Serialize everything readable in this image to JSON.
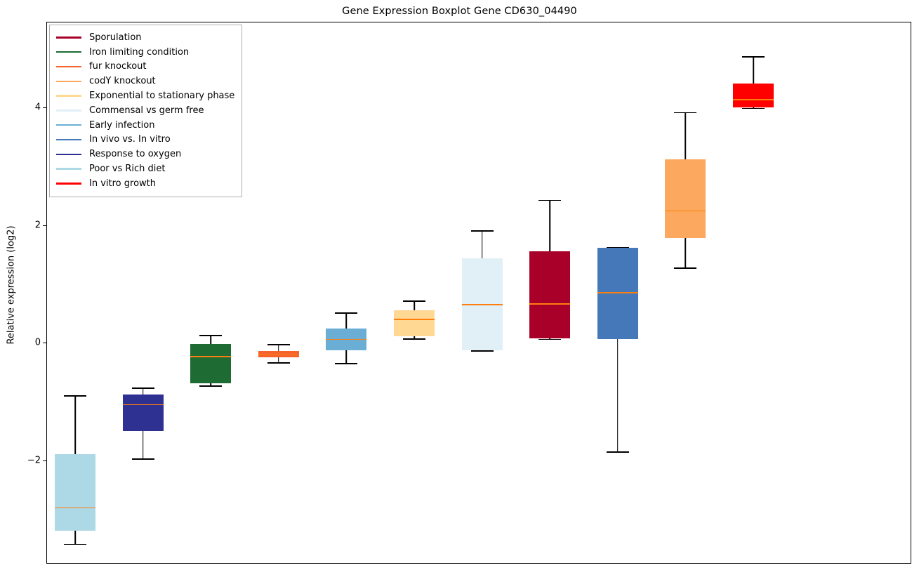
{
  "chart_data": {
    "type": "boxplot",
    "title": "Gene Expression Boxplot Gene CD630_04490",
    "xlabel": "",
    "ylabel": "Relative expression (log2)",
    "ylim": [
      -3.75,
      5.45
    ],
    "yticks": [
      4,
      2,
      0,
      -2
    ],
    "ytick_labels": [
      "4",
      "2",
      "0",
      "−2"
    ],
    "grid": false,
    "legend_position": "upper left",
    "categories": [
      "Poor vs Rich diet",
      "Response to oxygen",
      "Iron limiting condition",
      "fur knockout",
      "Early infection",
      "Exponential to stationary phase",
      "Commensal vs germ free",
      "Sporulation",
      "In vivo vs. In vitro",
      "codY knockout",
      "In vitro growth"
    ],
    "boxes": [
      {
        "label": "Poor vs Rich diet",
        "color": "#add8e6",
        "whisker_low": -3.4,
        "q1": -3.18,
        "median": -2.79,
        "q3": -1.88,
        "whisker_high": -0.88
      },
      {
        "label": "Response to oxygen",
        "color": "#2e3191",
        "whisker_low": -1.95,
        "q1": -1.49,
        "median": -1.04,
        "q3": -0.87,
        "whisker_high": -0.75
      },
      {
        "label": "Iron limiting condition",
        "color": "#1e6b33",
        "whisker_low": -0.71,
        "q1": -0.68,
        "median": -0.22,
        "q3": -0.01,
        "whisker_high": 0.15
      },
      {
        "label": "fur knockout",
        "color": "#f4642c",
        "whisker_low": -0.32,
        "q1": -0.24,
        "median": -0.18,
        "q3": -0.13,
        "whisker_high": -0.01
      },
      {
        "label": "Early infection",
        "color": "#6aaed6",
        "whisker_low": -0.33,
        "q1": -0.11,
        "median": 0.07,
        "q3": 0.25,
        "whisker_high": 0.53
      },
      {
        "label": "Exponential to stationary phase",
        "color": "#ffd894",
        "whisker_low": 0.09,
        "q1": 0.12,
        "median": 0.41,
        "q3": 0.56,
        "whisker_high": 0.73
      },
      {
        "label": "Commensal vs germ free",
        "color": "#e1f0f7",
        "whisker_low": -0.12,
        "q1": -0.11,
        "median": 0.66,
        "q3": 1.45,
        "whisker_high": 1.92
      },
      {
        "label": "Sporulation",
        "color": "#a80028",
        "whisker_low": 0.08,
        "q1": 0.09,
        "median": 0.67,
        "q3": 1.57,
        "whisker_high": 2.44
      },
      {
        "label": "In vivo vs. In vitro",
        "color": "#4478b8",
        "whisker_low": -1.83,
        "q1": 0.07,
        "median": 0.86,
        "q3": 1.62,
        "whisker_high": 1.64
      },
      {
        "label": "codY knockout",
        "color": "#fca85e",
        "whisker_low": 1.29,
        "q1": 1.79,
        "median": 2.25,
        "q3": 3.13,
        "whisker_high": 3.93
      },
      {
        "label": "In vitro growth",
        "color": "#fe0000",
        "whisker_low": 4.0,
        "q1": 4.01,
        "median": 4.14,
        "q3": 4.41,
        "whisker_high": 4.88
      }
    ]
  },
  "legend": {
    "items": [
      {
        "label": "Sporulation",
        "color": "#a80028"
      },
      {
        "label": "Iron limiting condition",
        "color": "#1e6b33"
      },
      {
        "label": "fur knockout",
        "color": "#f4642c"
      },
      {
        "label": "codY knockout",
        "color": "#fca85e"
      },
      {
        "label": "Exponential to stationary phase",
        "color": "#ffd894"
      },
      {
        "label": "Commensal vs germ free",
        "color": "#e1f0f7"
      },
      {
        "label": "Early infection",
        "color": "#6aaed6"
      },
      {
        "label": "In vivo vs. In vitro",
        "color": "#4478b8"
      },
      {
        "label": "Response to oxygen",
        "color": "#2e3191"
      },
      {
        "label": "Poor vs Rich diet",
        "color": "#add8e6"
      },
      {
        "label": "In vitro growth",
        "color": "#fe0000"
      }
    ]
  },
  "style": {
    "median_color": "#ff7f0e",
    "whisker_color": "#000000",
    "background": "#ffffff"
  }
}
